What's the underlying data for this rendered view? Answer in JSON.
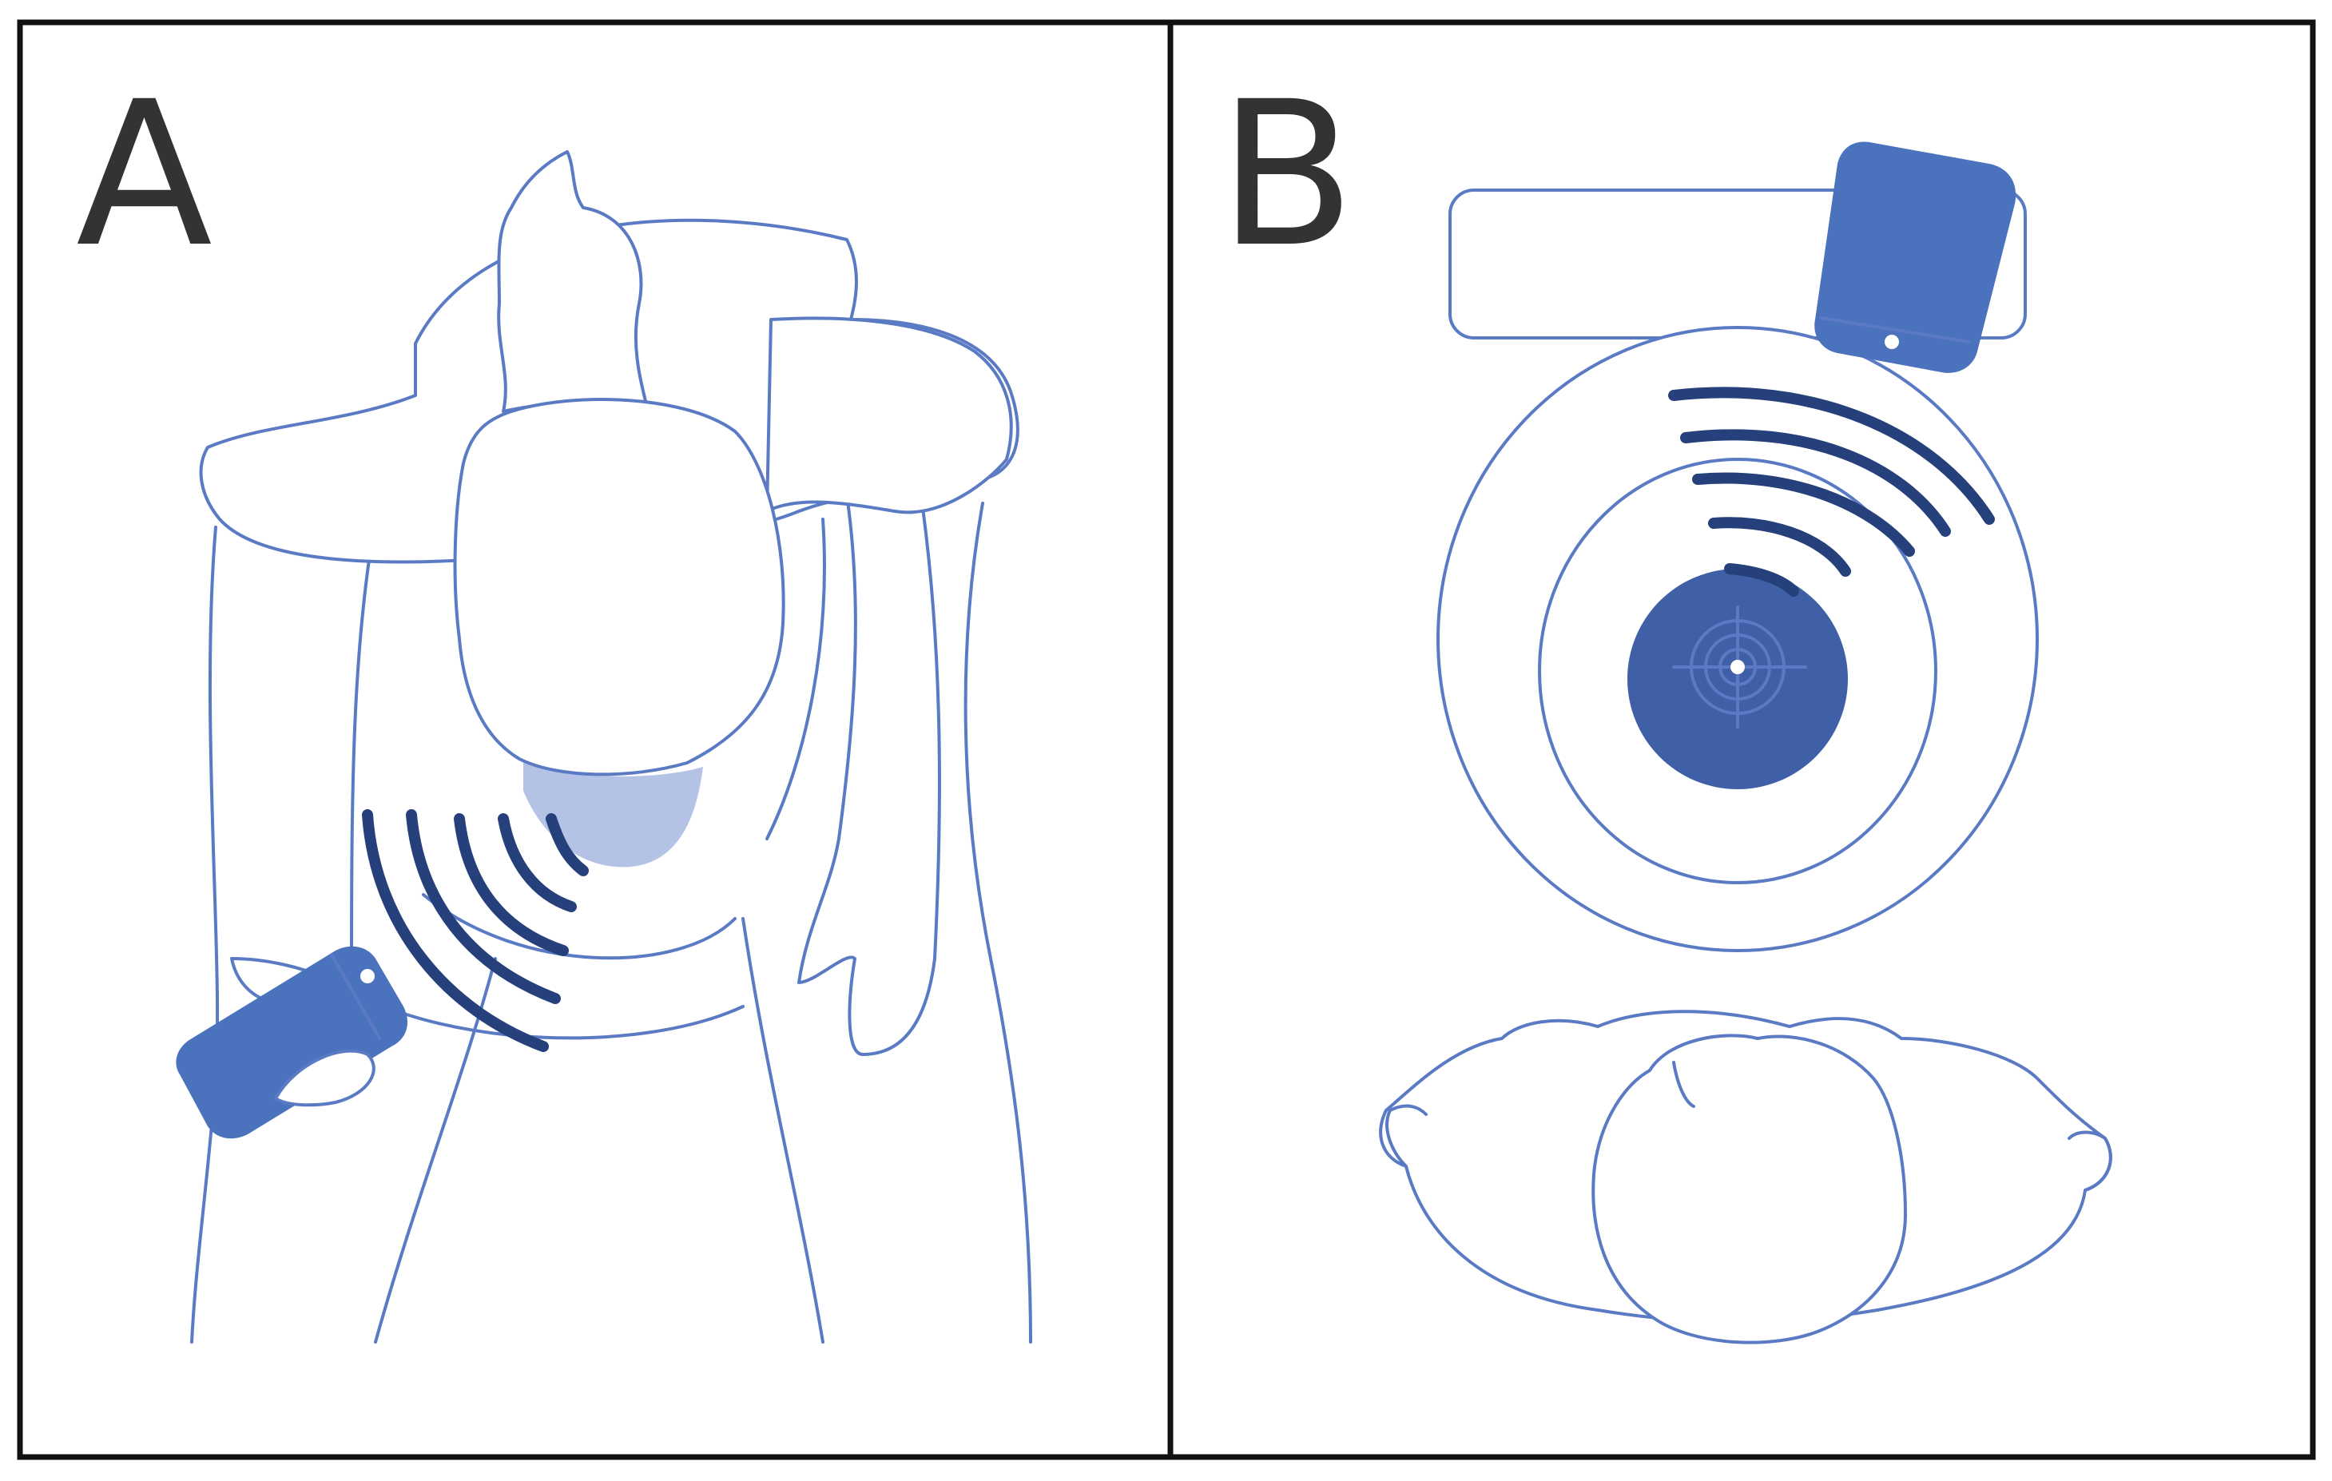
{
  "panels": [
    {
      "id": "A",
      "label": "A",
      "description_icon": "smartphone-scan-abdomen"
    },
    {
      "id": "B",
      "label": "B",
      "description_icon": "smartphone-scan-toilet"
    }
  ],
  "colors": {
    "outline": "#5a7bc4",
    "phone": "#4b72bd",
    "waves": "#25407a",
    "highlight": "#b4c3e5",
    "target": "#3f5fa6",
    "frame": "#111111",
    "label": "#333333"
  }
}
